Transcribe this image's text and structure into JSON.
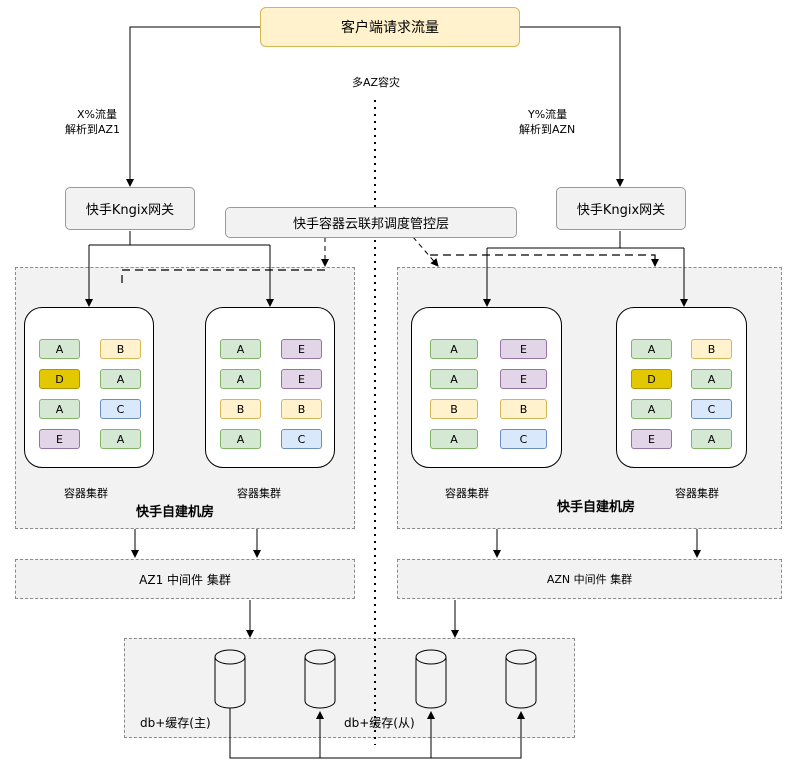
{
  "client": {
    "label": "客户端请求流量"
  },
  "multi_az_label": "多AZ容灾",
  "left_route": {
    "line1": "X%流量",
    "line2": "解析到AZ1"
  },
  "right_route": {
    "line1": "Y%流量",
    "line2": "解析到AZN"
  },
  "gateway_left": {
    "label": "快手Kngix网关"
  },
  "gateway_right": {
    "label": "快手Kngix网关"
  },
  "control_layer": {
    "label": "快手容器云联邦调度管控层"
  },
  "datacenter_left": {
    "title": "快手自建机房",
    "clusters": [
      {
        "label": "容器集群",
        "chips": [
          "A",
          "B",
          "D",
          "A",
          "A",
          "C",
          "E",
          "A"
        ]
      },
      {
        "label": "容器集群",
        "chips": [
          "A",
          "E",
          "A",
          "E",
          "B",
          "B",
          "A",
          "C"
        ]
      }
    ]
  },
  "datacenter_right": {
    "title": "快手自建机房",
    "clusters": [
      {
        "label": "容器集群",
        "chips": [
          "A",
          "E",
          "A",
          "E",
          "B",
          "B",
          "A",
          "C"
        ]
      },
      {
        "label": "容器集群",
        "chips": [
          "A",
          "B",
          "D",
          "A",
          "A",
          "C",
          "E",
          "A"
        ]
      }
    ]
  },
  "middleware_left": {
    "label": "AZ1 中间件 集群"
  },
  "middleware_right": {
    "label": "AZN 中间件 集群"
  },
  "storage": {
    "primary_label": "db+缓存(主)",
    "replica_label": "db+缓存(从)"
  },
  "colors": {
    "A": "#d5e8d4",
    "B": "#fff2cc",
    "C": "#dae8fc",
    "D": "#e3c800",
    "E": "#e1d5e7",
    "client_fill": "#fff2cc",
    "region_fill": "#f2f2f2"
  }
}
